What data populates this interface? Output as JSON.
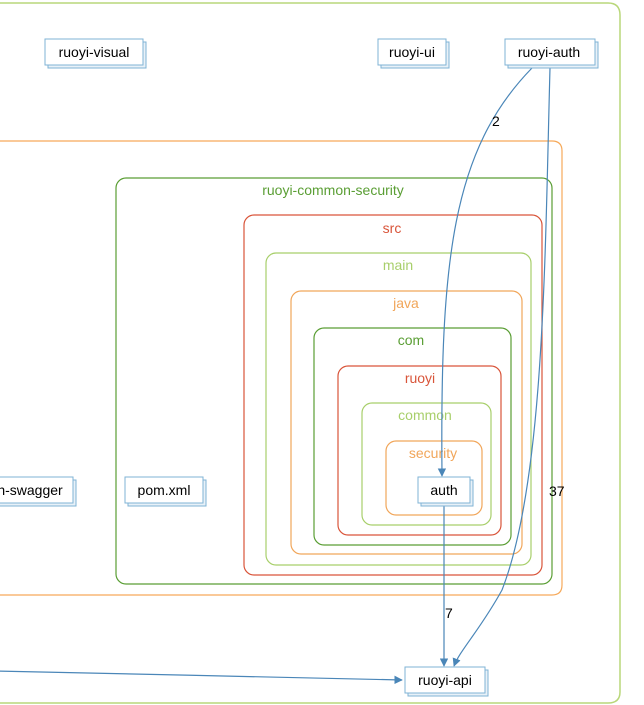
{
  "groups": {
    "outer": {
      "label": "",
      "color": "#b9d77a"
    },
    "orange_frame": {
      "label": "",
      "color": "#f6a95a"
    },
    "ruoyi_common_security": {
      "label": "ruoyi-common-security",
      "color": "#5a9e34"
    },
    "src": {
      "label": "src",
      "color": "#d9553a"
    },
    "main": {
      "label": "main",
      "color": "#a8cf6b"
    },
    "java": {
      "label": "java",
      "color": "#f1a65a"
    },
    "com": {
      "label": "com",
      "color": "#5a9e34"
    },
    "ruoyi": {
      "label": "ruoyi",
      "color": "#d9553a"
    },
    "common": {
      "label": "common",
      "color": "#a8cf6b"
    },
    "security": {
      "label": "security",
      "color": "#f1a65a"
    }
  },
  "nodes": {
    "ruoyi_visual": "ruoyi-visual",
    "ruoyi_ui": "ruoyi-ui",
    "ruoyi_auth": "ruoyi-auth",
    "swagger": "n-swagger",
    "pom_xml": "pom.xml",
    "auth": "auth",
    "ruoyi_api": "ruoyi-api"
  },
  "edges": {
    "auth_to_security_auth": "2",
    "auth_to_api": "37",
    "security_auth_to_api": "7"
  },
  "colors": {
    "node_border": "#7fb3d5",
    "edge": "#4a86b8"
  }
}
